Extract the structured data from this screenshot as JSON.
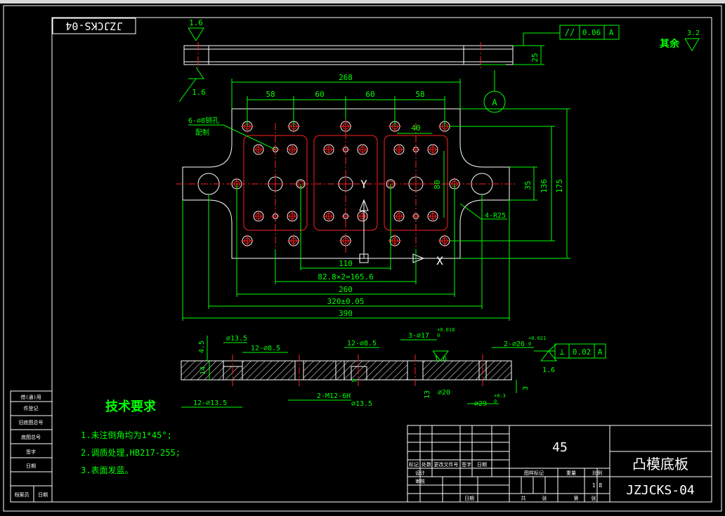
{
  "drawing": {
    "code_box_mirrored": "JZJCKS-04",
    "roughness": {
      "top": "1.6",
      "bottom": "1.6",
      "others_label": "其余",
      "others_value": "3.2",
      "section_left": "1.6",
      "section_right": "1.6"
    },
    "top_view": {
      "thickness": "25",
      "parallelism": {
        "symbol": "//",
        "value": "0.06",
        "datum": "A"
      },
      "datum_label": "A"
    },
    "plan_view": {
      "dims": {
        "d268": "268",
        "d58a": "58",
        "d60a": "60",
        "d60b": "60",
        "d58b": "58",
        "d40": "40",
        "d80": "80",
        "d35": "35",
        "d136": "136",
        "d175": "175",
        "d110": "110",
        "d165": "82.8×2=165.6",
        "d260": "260",
        "d320": "320±0.05",
        "d390": "390"
      },
      "notes": {
        "pin_hole_1": "6-⌀8销孔",
        "pin_hole_2": "配制",
        "radius": "4-R25"
      },
      "axis_x": "X",
      "axis_y": "Y"
    },
    "section_view": {
      "dims": {
        "d4_5": "4.5",
        "d13_5_top": "⌀13.5",
        "d12_8_5a": "12-⌀8.5",
        "d14": "14",
        "d12_13_5": "12-⌀13.5",
        "m12": "2-M12-6H",
        "d13_5_bot": "⌀13.5",
        "d12_8_5b": "12-⌀8.5",
        "d9": "9",
        "d3_17": "3-⌀17",
        "d3_17_tol_up": "+0.018",
        "d3_17_tol_lo": "0",
        "d2_26": "2-⌀26",
        "d2_26_tol_up": "+0.021",
        "d2_26_tol_lo": "0",
        "d20": "⌀20",
        "d13": "13",
        "d29": "⌀29",
        "d29_tol_up": "+0.3",
        "d29_tol_lo": "0",
        "d3": "3"
      },
      "perpendicularity": {
        "symbol": "⊥",
        "value": "0.02",
        "datum": "A"
      }
    },
    "tech_req": {
      "title": "技术要求",
      "items": [
        "1.未注倒角均为1*45°;",
        "2.调质处理,HB217-255;",
        "3.表面发蓝。"
      ]
    },
    "left_strip": {
      "rows": [
        "借(通)用",
        "件登记",
        "旧底图总号",
        "底图总号",
        "签字",
        "日期"
      ],
      "bottom": [
        "档案员",
        "日期"
      ]
    },
    "title_block": {
      "material": "45",
      "part_name": "凸模底板",
      "drawing_no": "JZJCKS-04",
      "scale": "1:8",
      "row_labels": [
        "标记",
        "处数",
        "更改文件号",
        "签字",
        "日期"
      ],
      "sign_labels": [
        "设计",
        "审核"
      ],
      "stage_labels": [
        "图样标记",
        "重量",
        "比例"
      ],
      "bottom_labels": [
        "日期",
        "共",
        "张",
        "第",
        "张"
      ]
    }
  }
}
